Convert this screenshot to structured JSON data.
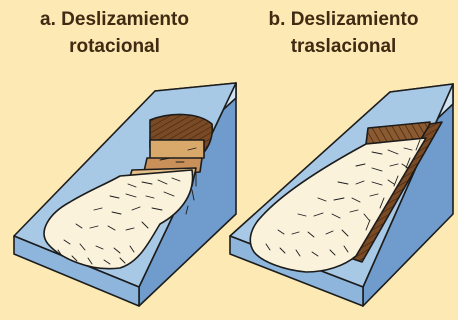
{
  "panels": [
    {
      "title_line1": "a. Deslizamiento",
      "title_line2": "rotacional"
    },
    {
      "title_line1": "b. Deslizamiento",
      "title_line2": "traslacional"
    }
  ],
  "colors": {
    "background": "#fce9b4",
    "slope_face": "#a8c9e6",
    "slope_side": "#6f9ccc",
    "slope_top": "#cfe3f4",
    "outline": "#1c1c1c",
    "scarp_brown": "#7a4a25",
    "soil_tan": "#d9a86b",
    "debris": "#fbf2dc"
  }
}
